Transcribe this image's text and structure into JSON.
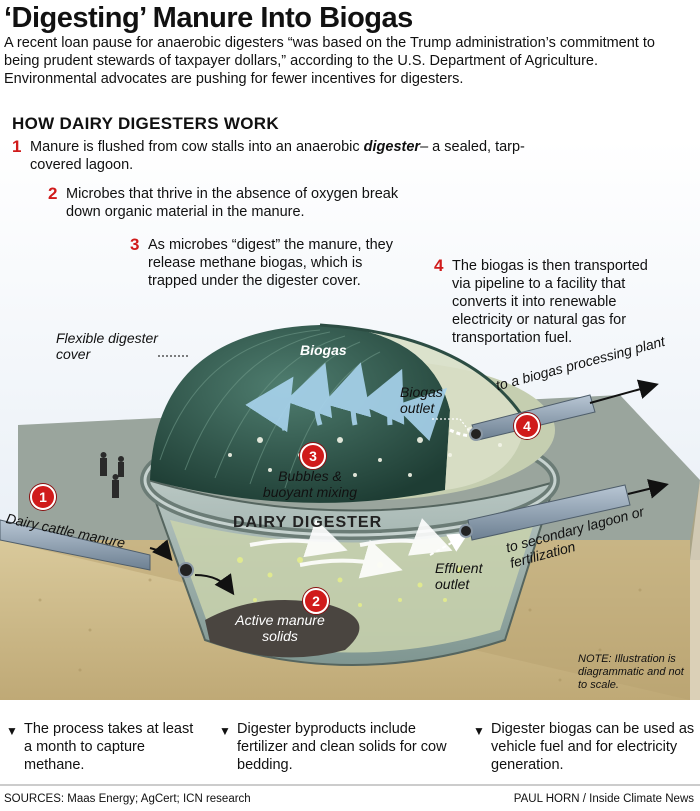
{
  "title": "‘Digesting’ Manure Into Biogas",
  "intro": "A recent loan pause for anaerobic digesters “was based on the Trump administration’s commitment to being prudent stewards of taxpayer dollars,” according to the U.S. Department of Agriculture. Environmental advocates are pushing for fewer incentives for digesters.",
  "section_heading": "HOW DAIRY DIGESTERS WORK",
  "steps": [
    {
      "num": "1",
      "text_before": "Manure is flushed from cow stalls into an anaerobic ",
      "emph": "digester",
      "text_after": "– a sealed, tarp-covered lagoon."
    },
    {
      "num": "2",
      "text": "Microbes that thrive in the absence of oxygen break down organic material in the manure."
    },
    {
      "num": "3",
      "text": "As microbes “digest” the manure, they release methane biogas, which is trapped under the digester cover."
    },
    {
      "num": "4",
      "text": "The biogas is then transported via pipeline to a facility that converts it into renewable electricity or natural gas for transportation fuel."
    }
  ],
  "labels": {
    "flexible_cover": "Flexible digester cover",
    "biogas": "Biogas",
    "biogas_outlet": "Biogas outlet",
    "to_plant": "to a biogas processing plant",
    "bubbles": "Bubbles & buoyant mixing",
    "dairy_digester": "DAIRY DIGESTER",
    "cattle_manure": "Dairy cattle manure",
    "to_lagoon": "to secondary lagoon or fertilization",
    "effluent": "Effluent outlet",
    "solids": "Active manure solids"
  },
  "badges": [
    "1",
    "2",
    "3",
    "4"
  ],
  "note": "NOTE: Illustration is diagrammatic and not to scale.",
  "bullets": [
    "The process takes at least a month to capture methane.",
    "Digester byproducts include fertilizer and clean solids for cow bedding.",
    "Digester biogas can be used as vehicle fuel and for electricity generation."
  ],
  "sources": "SOURCES: Maas Energy; AgCert; ICN research",
  "credit": "PAUL HORN / Inside Climate News",
  "colors": {
    "accent_red": "#d01b1b",
    "dome": "#2f5b4e",
    "ground": "#cbb98a",
    "liquid": "#c7cfa8",
    "sky": "#e3ebf4"
  }
}
